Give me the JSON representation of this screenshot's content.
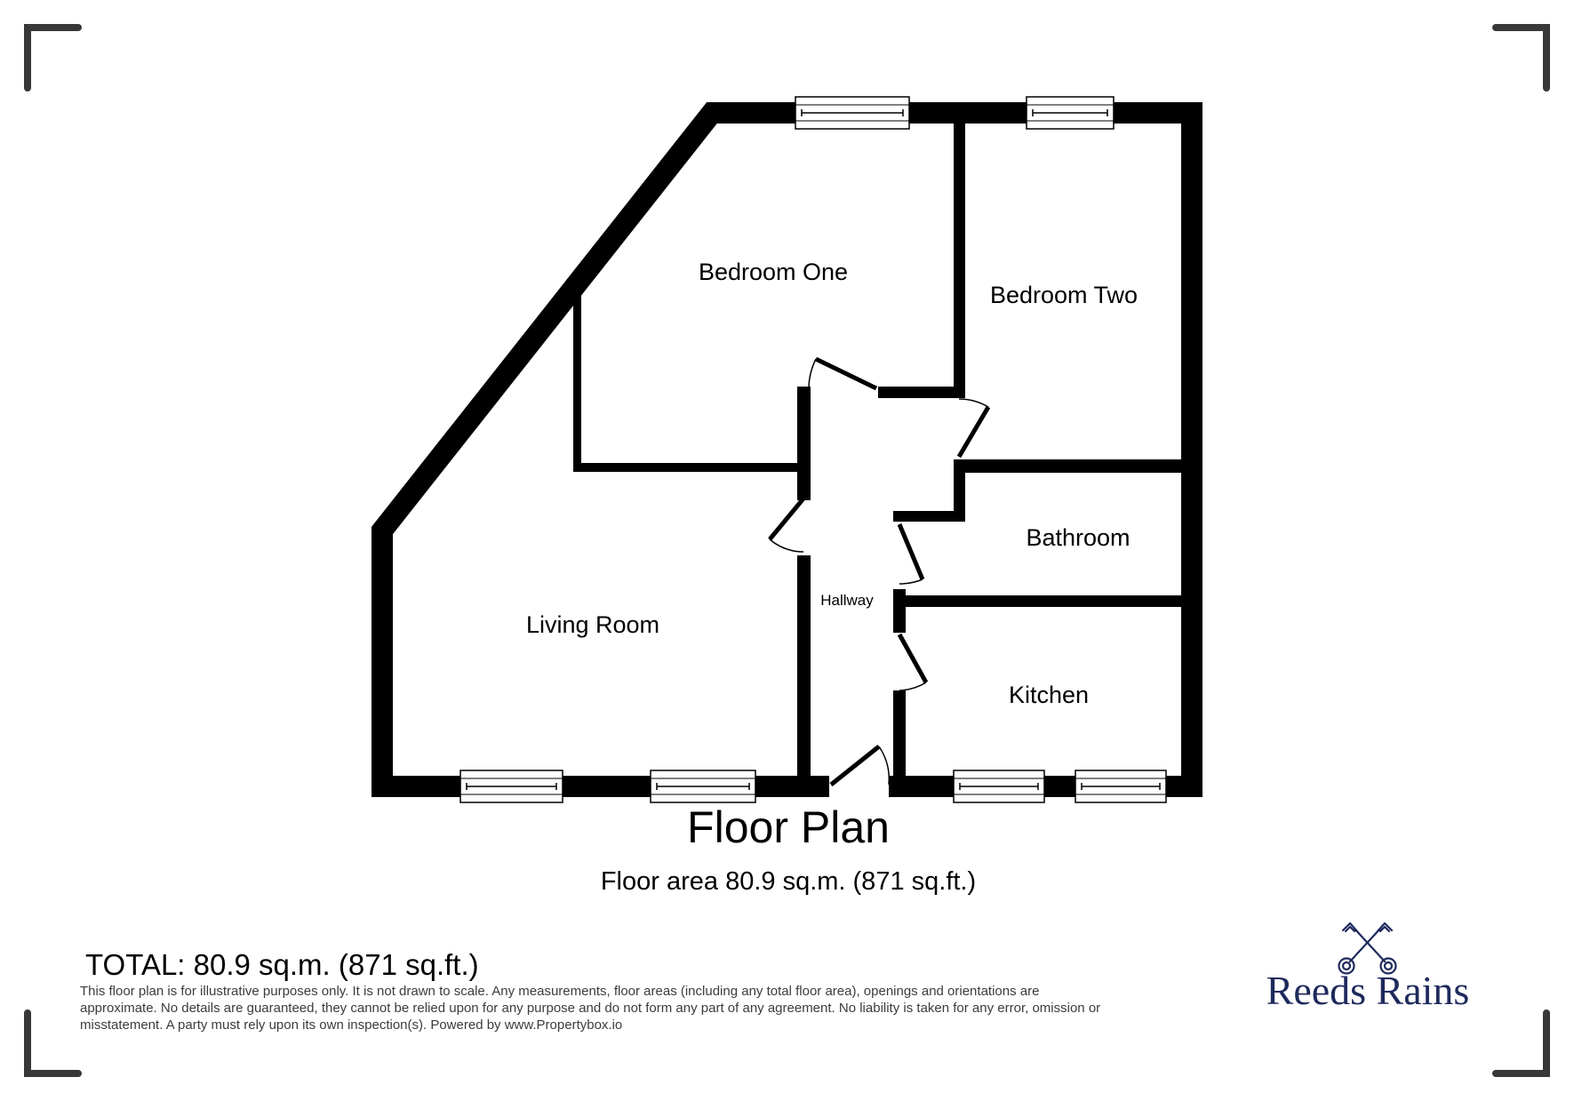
{
  "plan": {
    "title": "Floor Plan",
    "subtitle": "Floor area 80.9 sq.m. (871 sq.ft.)",
    "rooms": [
      {
        "name": "bedroom-one",
        "label": "Bedroom One"
      },
      {
        "name": "bedroom-two",
        "label": "Bedroom Two"
      },
      {
        "name": "bathroom",
        "label": "Bathroom"
      },
      {
        "name": "kitchen",
        "label": "Kitchen"
      },
      {
        "name": "living-room",
        "label": "Living Room"
      },
      {
        "name": "hallway",
        "label": "Hallway"
      }
    ]
  },
  "summary": {
    "total": "TOTAL: 80.9 sq.m. (871 sq.ft.)"
  },
  "disclaimer": {
    "lines": [
      "This floor plan is for illustrative purposes only. It is not drawn to scale. Any measurements, floor areas (including any total floor area), openings and orientations are",
      "approximate. No details are guaranteed, they cannot be relied upon for any purpose and do not form any part of any agreement. No liability is taken for any error, omission or",
      "misstatement. A party must rely upon its own inspection(s). Powered by www.Propertybox.io"
    ]
  },
  "brand": {
    "name": "Reeds Rains",
    "emblem": "crossed-keys-icon",
    "color": "#1e2a5c"
  },
  "colors": {
    "wall": "#000000",
    "background": "#ffffff",
    "corner_marks": "#383838",
    "disclaimer_text": "#3c3c3c"
  }
}
